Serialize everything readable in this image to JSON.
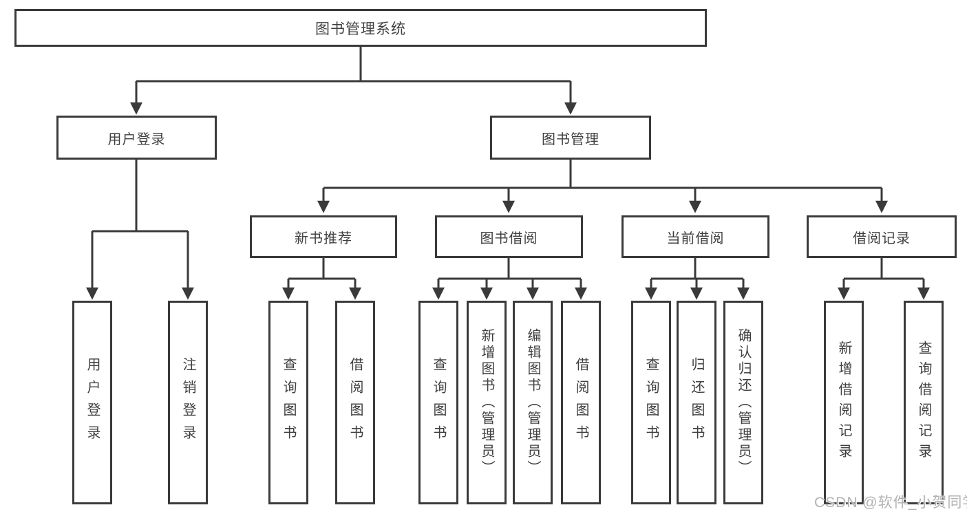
{
  "colors": {
    "line": "#3a3a3a",
    "text": "#3f3f3f",
    "watermark": "#b2b2b2",
    "background": "#ffffff"
  },
  "root": {
    "label": "图书管理系统"
  },
  "level2": {
    "user_login": {
      "label": "用户登录"
    },
    "book_management": {
      "label": "图书管理"
    }
  },
  "level3": {
    "new_book_recommend": {
      "label": "新书推荐"
    },
    "book_borrowing": {
      "label": "图书借阅"
    },
    "current_borrowing": {
      "label": "当前借阅"
    },
    "borrowing_records": {
      "label": "借阅记录"
    }
  },
  "leaves": {
    "user_login": {
      "label": "用户登录"
    },
    "logout": {
      "label": "注销登录"
    },
    "nbr_query_books": {
      "label": "查询图书"
    },
    "nbr_borrow_books": {
      "label": "借阅图书"
    },
    "bb_query_books": {
      "label": "查询图书"
    },
    "bb_add_books_admin": {
      "label": "新增图书（管理员）"
    },
    "bb_edit_books_admin": {
      "label": "编辑图书（管理员）"
    },
    "bb_borrow_books": {
      "label": "借阅图书"
    },
    "cb_query_books": {
      "label": "查询图书"
    },
    "cb_return_books": {
      "label": "归还图书"
    },
    "cb_confirm_return_admin": {
      "label": "确认归还（管理员）"
    },
    "br_add_record": {
      "label": "新增借阅记录"
    },
    "br_query_record": {
      "label": "查询借阅记录"
    }
  },
  "watermark": {
    "text": "CSDN @软件_小贺同学"
  }
}
